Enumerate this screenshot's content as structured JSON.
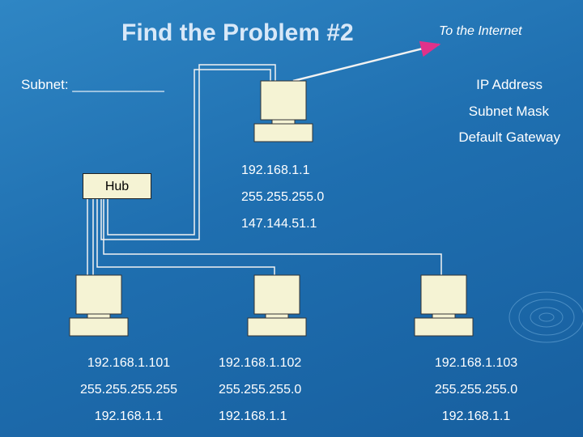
{
  "title": "Find the Problem #2",
  "internet_label": "To the Internet",
  "subnet_label": "Subnet: ____________",
  "hub_label": "Hub",
  "side_labels": {
    "ip": "IP Address",
    "mask": "Subnet Mask",
    "gateway": "Default Gateway"
  },
  "router": {
    "ip": "192.168.1.1",
    "mask": "255.255.255.0",
    "gateway": "147.144.51.1"
  },
  "pcs": [
    {
      "ip": "192.168.1.101",
      "mask": "255.255.255.255",
      "gateway": "192.168.1.1"
    },
    {
      "ip": "192.168.1.102",
      "mask": "255.255.255.0",
      "gateway": "192.168.1.1"
    },
    {
      "ip": "192.168.1.103",
      "mask": "255.255.255.0",
      "gateway": "192.168.1.1"
    }
  ],
  "colors": {
    "background": "#1f6fb0",
    "device_fill": "#f5f3d4",
    "line": "#f2f2f2"
  }
}
